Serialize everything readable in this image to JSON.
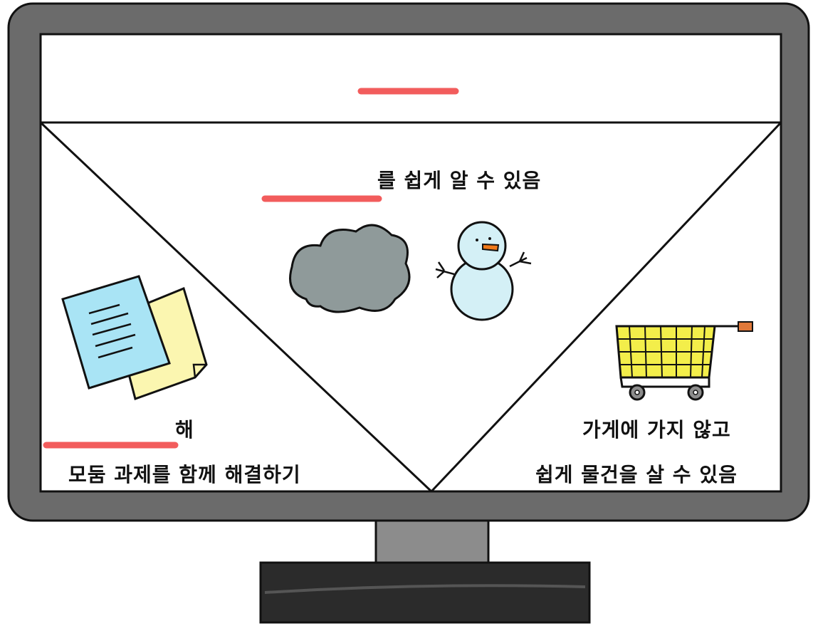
{
  "panels": {
    "center": {
      "caption": "를 쉽게 알 수 있음"
    },
    "left": {
      "caption_line1": "해",
      "caption_line2": "모둠 과제를 함께 해결하기"
    },
    "right": {
      "caption_line1": "가게에 가지 않고",
      "caption_line2": "쉽게 물건을 살 수 있음"
    }
  },
  "colors": {
    "monitor_frame": "#6b6b6b",
    "screen": "#ffffff",
    "blank_marker": "#f25c5c",
    "stand": "#8c8c8c",
    "base": "#2b2b2b",
    "cloud": "#8f9a9a",
    "snowman": "#d4f0f6",
    "doc_blue": "#a9e4f5",
    "doc_yellow": "#fbf6b0",
    "cart": "#f3ee4a"
  },
  "icons": [
    "title-blank",
    "cloud-icon",
    "snowman-icon",
    "documents-icon",
    "shopping-cart-icon"
  ]
}
